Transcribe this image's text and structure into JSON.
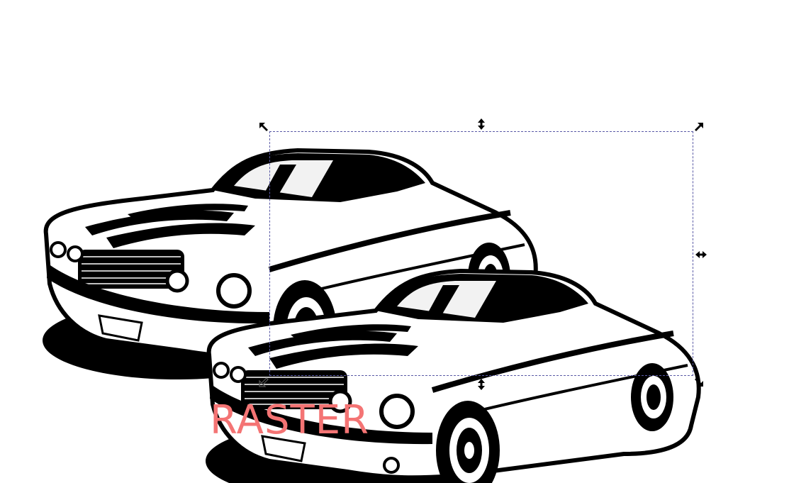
{
  "canvas": {
    "background": "#ffffff",
    "raster_label": "RASTER",
    "raster_label_color": "#f47474",
    "selection_color": "#5a5aa6",
    "handle_color": "#000000"
  },
  "objects": [
    {
      "name": "raster-car-image",
      "kind": "raster bitmap",
      "icon": "car-illustration"
    },
    {
      "name": "traced-car-vector",
      "kind": "vector group (selected)",
      "icon": "car-illustration"
    }
  ],
  "selection": {
    "handles": [
      "scale-nw",
      "scale-n",
      "scale-ne",
      "scale-e",
      "scale-se",
      "scale-s",
      "scale-sw"
    ]
  }
}
